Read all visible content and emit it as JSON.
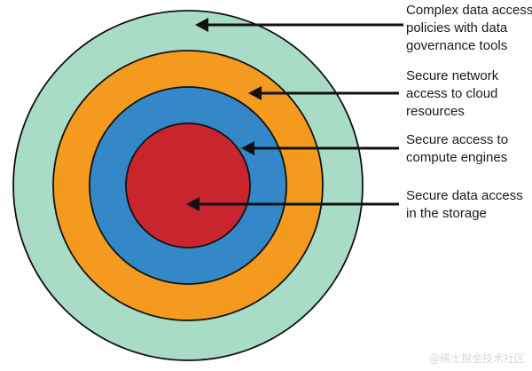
{
  "diagram": {
    "rings": [
      {
        "name": "data-governance-ring",
        "color": "#a8dcc6"
      },
      {
        "name": "network-ring",
        "color": "#f39a1f"
      },
      {
        "name": "compute-ring",
        "color": "#3488c8"
      },
      {
        "name": "storage-core",
        "color": "#c8252f"
      }
    ],
    "labels": [
      {
        "lines": [
          "Complex data access",
          "policies with data",
          "governance tools"
        ]
      },
      {
        "lines": [
          "Secure network",
          "access to cloud",
          "resources"
        ]
      },
      {
        "lines": [
          "Secure access to",
          "compute engines"
        ]
      },
      {
        "lines": [
          "Secure data access",
          "in the storage"
        ]
      }
    ],
    "stroke_color": "#111111"
  },
  "watermark": "@稀土掘金技术社区"
}
